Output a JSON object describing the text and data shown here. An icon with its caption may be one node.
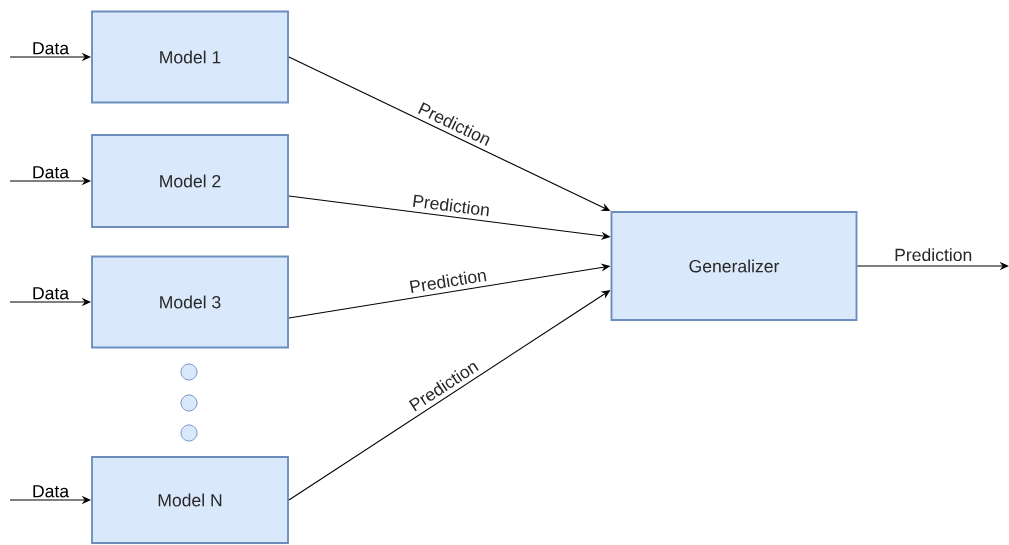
{
  "diagram": {
    "nodes": [
      {
        "text": [
          "Model 1"
        ]
      },
      {
        "text": [
          "Model 2"
        ]
      },
      {
        "text": [
          "Model 3"
        ]
      },
      {
        "text": [],
        "shape": "circle"
      },
      {
        "text": [],
        "shape": "circle"
      },
      {
        "text": [],
        "shape": "circle"
      },
      {
        "text": [
          "Model N"
        ]
      },
      {
        "text": [
          "Generalizer"
        ]
      }
    ],
    "edges": [
      {
        "from": null,
        "to": 0,
        "arrow": "to",
        "label": "Data"
      },
      {
        "from": null,
        "to": 1,
        "arrow": "to",
        "label": "Data"
      },
      {
        "from": null,
        "to": 2,
        "arrow": "to",
        "label": "Data"
      },
      {
        "from": null,
        "to": 6,
        "arrow": "to",
        "label": "Data"
      },
      {
        "from": 0,
        "to": 7,
        "arrow": "to",
        "label": "Prediction"
      },
      {
        "from": 1,
        "to": 7,
        "arrow": "to",
        "label": "Prediction"
      },
      {
        "from": 2,
        "to": 7,
        "arrow": "to",
        "label": "Prediction"
      },
      {
        "from": 6,
        "to": 7,
        "arrow": "to",
        "label": "Prediction"
      },
      {
        "from": 7,
        "to": null,
        "arrow": "to",
        "label": "Prediction"
      }
    ]
  }
}
